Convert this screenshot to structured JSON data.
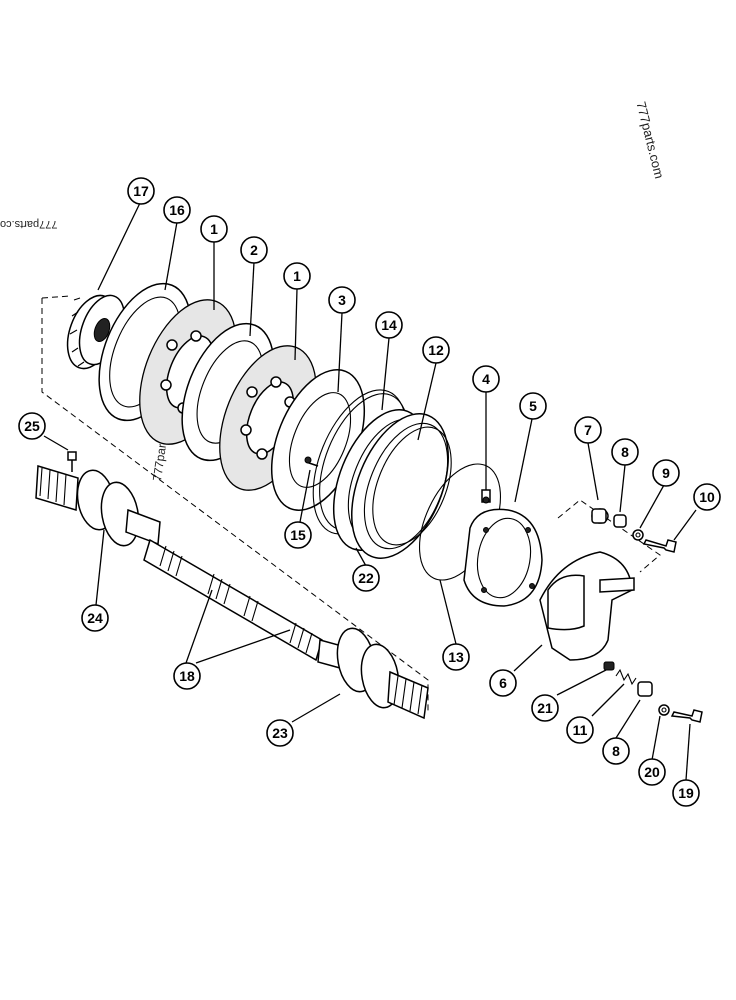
{
  "watermarks": {
    "top_right": "777parts.com",
    "left_mirrored": "777parts.co",
    "center_vertical": "777parts.com"
  },
  "callouts": [
    {
      "id": "c17",
      "label": "17"
    },
    {
      "id": "c16",
      "label": "16"
    },
    {
      "id": "c1a",
      "label": "1"
    },
    {
      "id": "c2",
      "label": "2"
    },
    {
      "id": "c1b",
      "label": "1"
    },
    {
      "id": "c3",
      "label": "3"
    },
    {
      "id": "c14",
      "label": "14"
    },
    {
      "id": "c12",
      "label": "12"
    },
    {
      "id": "c4",
      "label": "4"
    },
    {
      "id": "c5",
      "label": "5"
    },
    {
      "id": "c7",
      "label": "7"
    },
    {
      "id": "c8a",
      "label": "8"
    },
    {
      "id": "c9",
      "label": "9"
    },
    {
      "id": "c10",
      "label": "10"
    },
    {
      "id": "c25",
      "label": "25"
    },
    {
      "id": "c15",
      "label": "15"
    },
    {
      "id": "c22",
      "label": "22"
    },
    {
      "id": "c24",
      "label": "24"
    },
    {
      "id": "c13",
      "label": "13"
    },
    {
      "id": "c6",
      "label": "6"
    },
    {
      "id": "c18",
      "label": "18"
    },
    {
      "id": "c21",
      "label": "21"
    },
    {
      "id": "c11",
      "label": "11"
    },
    {
      "id": "c8b",
      "label": "8"
    },
    {
      "id": "c20",
      "label": "20"
    },
    {
      "id": "c19",
      "label": "19"
    },
    {
      "id": "c23",
      "label": "23"
    }
  ]
}
